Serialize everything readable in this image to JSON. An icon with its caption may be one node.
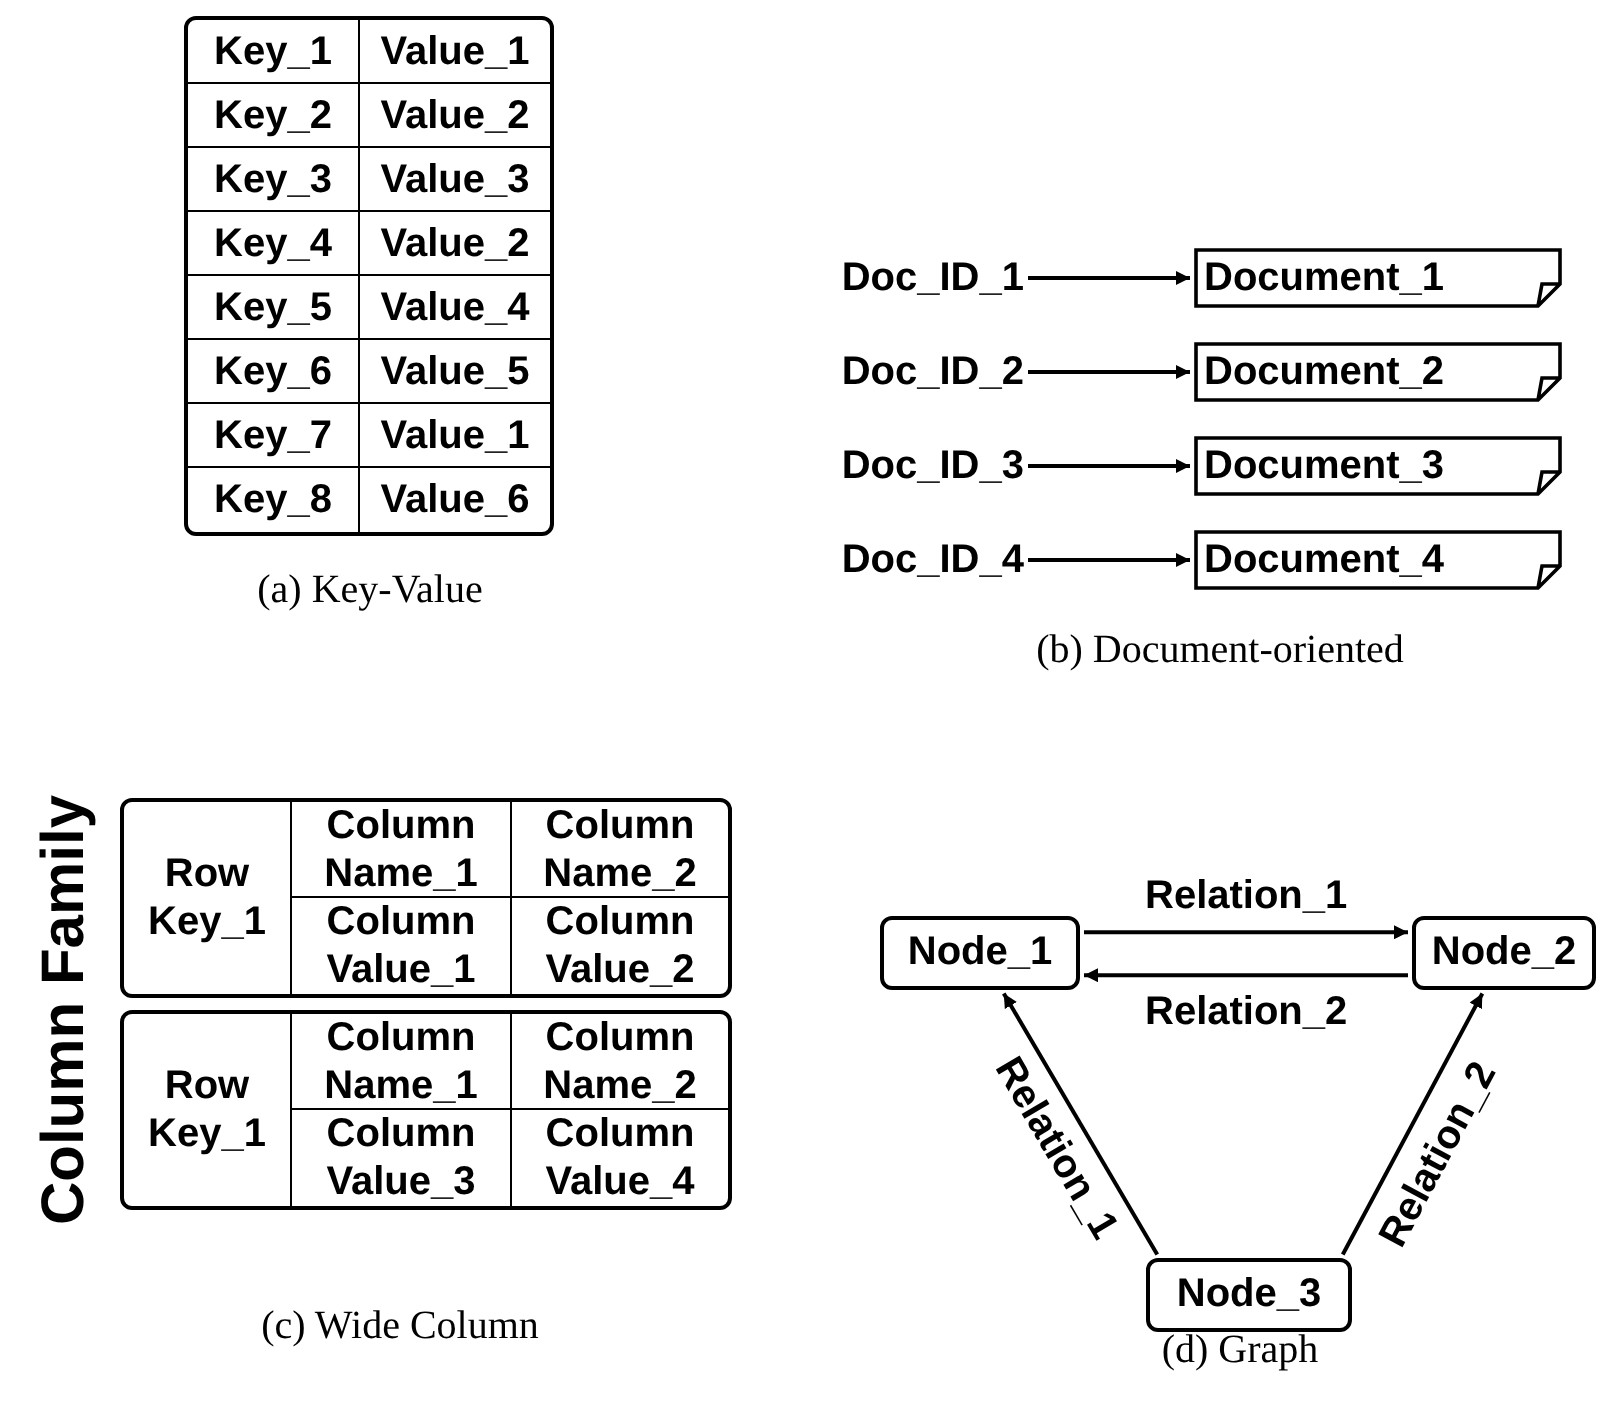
{
  "diagram": {
    "nodes": [
      {
        "text": [
          "Doc_ID_1"
        ]
      },
      {
        "text": [
          "Document_1"
        ]
      },
      {
        "text": [
          "Doc_ID_2"
        ]
      },
      {
        "text": [
          "Document_2"
        ]
      },
      {
        "text": [
          "Doc_ID_3"
        ]
      },
      {
        "text": [
          "Document_3"
        ]
      },
      {
        "text": [
          "Doc_ID_4"
        ]
      },
      {
        "text": [
          "Document_4"
        ]
      },
      {
        "text": [
          "Node_1"
        ]
      },
      {
        "text": [
          "Node_2"
        ]
      },
      {
        "text": [
          "Node_3"
        ]
      }
    ],
    "edges": [
      {
        "from": 0,
        "to": 1,
        "arrow": "to"
      },
      {
        "from": 2,
        "to": 3,
        "arrow": "to"
      },
      {
        "from": 4,
        "to": 5,
        "arrow": "to"
      },
      {
        "from": 6,
        "to": 7,
        "arrow": "to"
      },
      {
        "from": 8,
        "to": 9,
        "arrow": "to",
        "label": "Relation_1"
      },
      {
        "from": 9,
        "to": 8,
        "arrow": "to",
        "label": "Relation_2"
      },
      {
        "from": 10,
        "to": 8,
        "arrow": "to",
        "label": "Relation_1"
      },
      {
        "from": 10,
        "to": 9,
        "arrow": "to",
        "label": "Relation_2"
      }
    ],
    "labels": [
      "Key_1",
      "Value_1",
      "Key_2",
      "Value_2",
      "Key_3",
      "Value_3",
      "Key_4",
      "Value_2",
      "Key_5",
      "Value_4",
      "Key_6",
      "Value_5",
      "Key_7",
      "Value_1",
      "Key_8",
      "Value_6",
      "(a) Key-Value",
      "(b) Document-oriented",
      "Column Family",
      "Row Key_1",
      "Column Name_1",
      "Column Name_2",
      "Column Value_1",
      "Column Value_2",
      "Row Key_1",
      "Column Name_1",
      "Column Name_2",
      "Column Value_3",
      "Column Value_4",
      "(c) Wide Column",
      "(d) Graph"
    ]
  }
}
